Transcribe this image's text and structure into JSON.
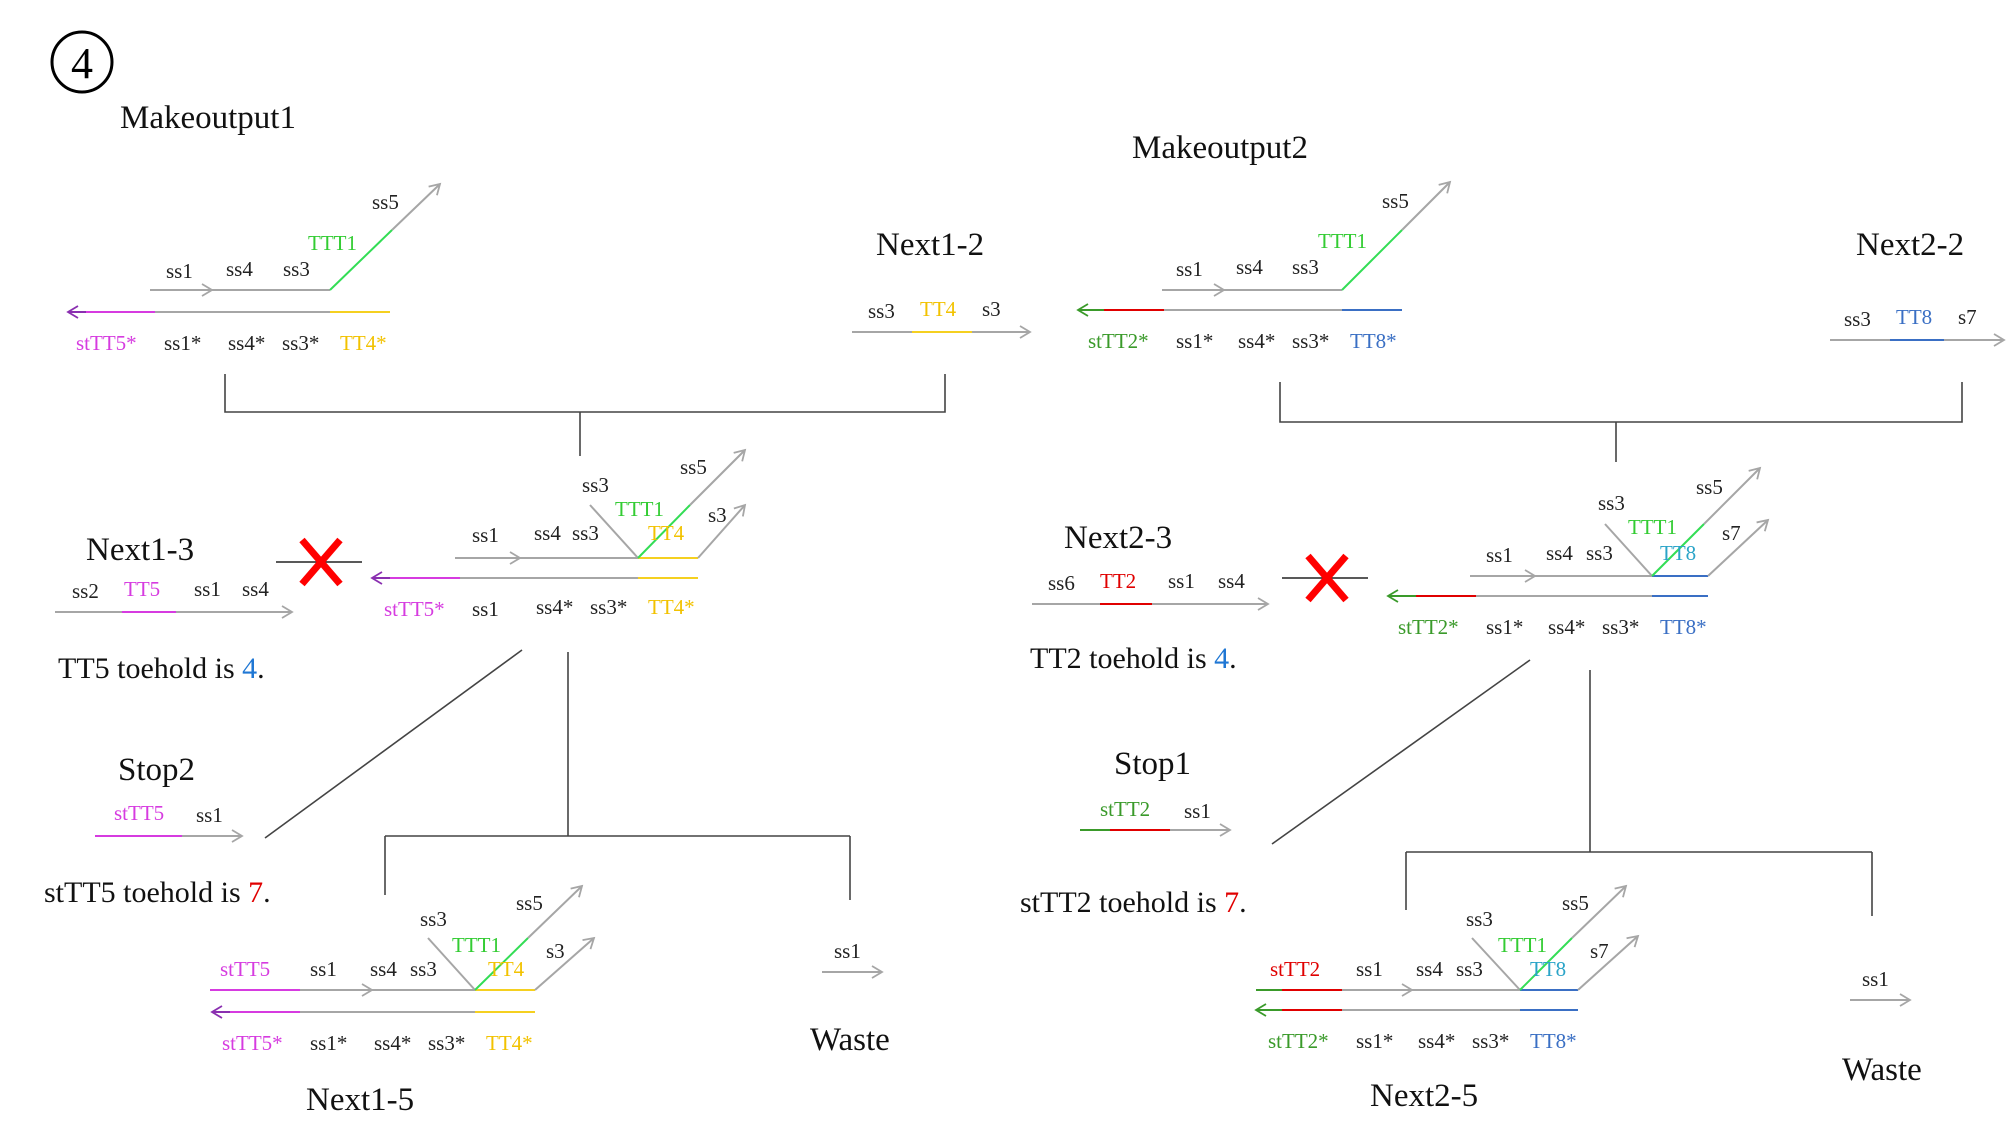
{
  "step_marker": "④",
  "colors": {
    "gray": "#a6a6a6",
    "line": "#444444",
    "magenta": "#d63be0",
    "purple": "#8a2fb0",
    "green_text": "#33cc33",
    "green_line": "#33dd55",
    "yellow": "#f2c200",
    "yellow_line": "#f5d020",
    "blue": "#3a6fc4",
    "teal": "#2aa4c8",
    "red": "#e00000",
    "dark_green": "#3a9a2a",
    "num_blue": "#1f77d4",
    "num_red": "#e00000",
    "cross": "#ff0000"
  },
  "left": {
    "title": "Makeoutput1",
    "complex_top": [
      "ss1",
      "ss4",
      "ss3",
      "TTT1",
      "ss5"
    ],
    "complex_bottom": [
      "stTT5*",
      "ss1*",
      "ss4*",
      "ss3*",
      "TT4*"
    ],
    "partner": {
      "name": "Next1-2",
      "labels": [
        "ss3",
        "TT4",
        "s3"
      ]
    },
    "product": {
      "top_labels": [
        "ss3",
        "ss5",
        "TTT1",
        "s3",
        "ss1",
        "ss4",
        "ss3",
        "TT4"
      ],
      "bottom_labels": [
        "stTT5*",
        "ss1",
        "ss4*",
        "ss3*",
        "TT4*"
      ]
    },
    "blocked": {
      "name": "Next1-3",
      "labels": [
        "ss2",
        "TT5",
        "ss1",
        "ss4"
      ]
    },
    "toehold_note": {
      "prefix": "TT5 toehold is ",
      "value": "4",
      "suffix": "."
    },
    "stopper": {
      "name": "Stop2",
      "labels": [
        "stTT5",
        "ss1"
      ]
    },
    "stop_note": {
      "prefix": "stTT5 toehold is ",
      "value": "7",
      "suffix": "."
    },
    "result": {
      "name": "Next1-5",
      "top_labels": [
        "ss3",
        "ss5",
        "TTT1",
        "s3",
        "stTT5",
        "ss1",
        "ss4",
        "ss3",
        "TT4"
      ],
      "bottom_labels": [
        "stTT5*",
        "ss1*",
        "ss4*",
        "ss3*",
        "TT4*"
      ]
    },
    "waste": {
      "name": "Waste",
      "label": "ss1"
    }
  },
  "right": {
    "title": "Makeoutput2",
    "complex_top": [
      "ss1",
      "ss4",
      "ss3",
      "TTT1",
      "ss5"
    ],
    "complex_bottom": [
      "stTT2*",
      "ss1*",
      "ss4*",
      "ss3*",
      "TT8*"
    ],
    "partner": {
      "name": "Next2-2",
      "labels": [
        "ss3",
        "TT8",
        "s7"
      ]
    },
    "product": {
      "top_labels": [
        "ss3",
        "ss5",
        "TTT1",
        "s7",
        "ss1",
        "ss4",
        "ss3",
        "TT8"
      ],
      "bottom_labels": [
        "stTT2*",
        "ss1*",
        "ss4*",
        "ss3*",
        "TT8*"
      ]
    },
    "blocked": {
      "name": "Next2-3",
      "labels": [
        "ss6",
        "TT2",
        "ss1",
        "ss4"
      ]
    },
    "toehold_note": {
      "prefix": "TT2 toehold is ",
      "value": "4",
      "suffix": "."
    },
    "stopper": {
      "name": "Stop1",
      "labels": [
        "stTT2",
        "ss1"
      ]
    },
    "stop_note": {
      "prefix": "stTT2 toehold is ",
      "value": "7",
      "suffix": "."
    },
    "result": {
      "name": "Next2-5",
      "top_labels": [
        "ss3",
        "ss5",
        "TTT1",
        "s7",
        "stTT2",
        "ss1",
        "ss4",
        "ss3",
        "TT8"
      ],
      "bottom_labels": [
        "stTT2*",
        "ss1*",
        "ss4*",
        "ss3*",
        "TT8*"
      ]
    },
    "waste": {
      "name": "Waste",
      "label": "ss1"
    }
  }
}
